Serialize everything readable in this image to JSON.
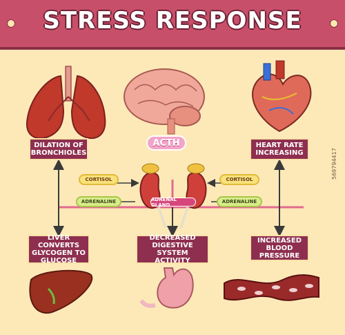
{
  "title": "STRESS RESPONSE",
  "boxes": {
    "lungs": "DILATION OF BRONCHIOLES",
    "heart": "HEART RATE INCREASING",
    "liver": "LIVER CONVERTS GLYCOGEN TO GLUCOSE",
    "digestive": "DECREASED DIGESTIVE SYSTEM ACTIVITY",
    "blood": "INCREASED BLOOD PRESSURE"
  },
  "pills": {
    "acth": "ACTH",
    "cortisol_left": "CORTISOL",
    "adrenaline_left": "ADRENALINE",
    "cortisol_right": "CORTISOL",
    "adrenaline_right": "ADRENALINE",
    "adrenal_gland": "ADRENAL GLAND"
  },
  "watermark": "569794417",
  "colors": {
    "banner": "#c84f6a",
    "box": "#8e2f4f",
    "background": "#fde9b8",
    "arrow": "#3a3a3a",
    "connector": "#e06a8e"
  }
}
